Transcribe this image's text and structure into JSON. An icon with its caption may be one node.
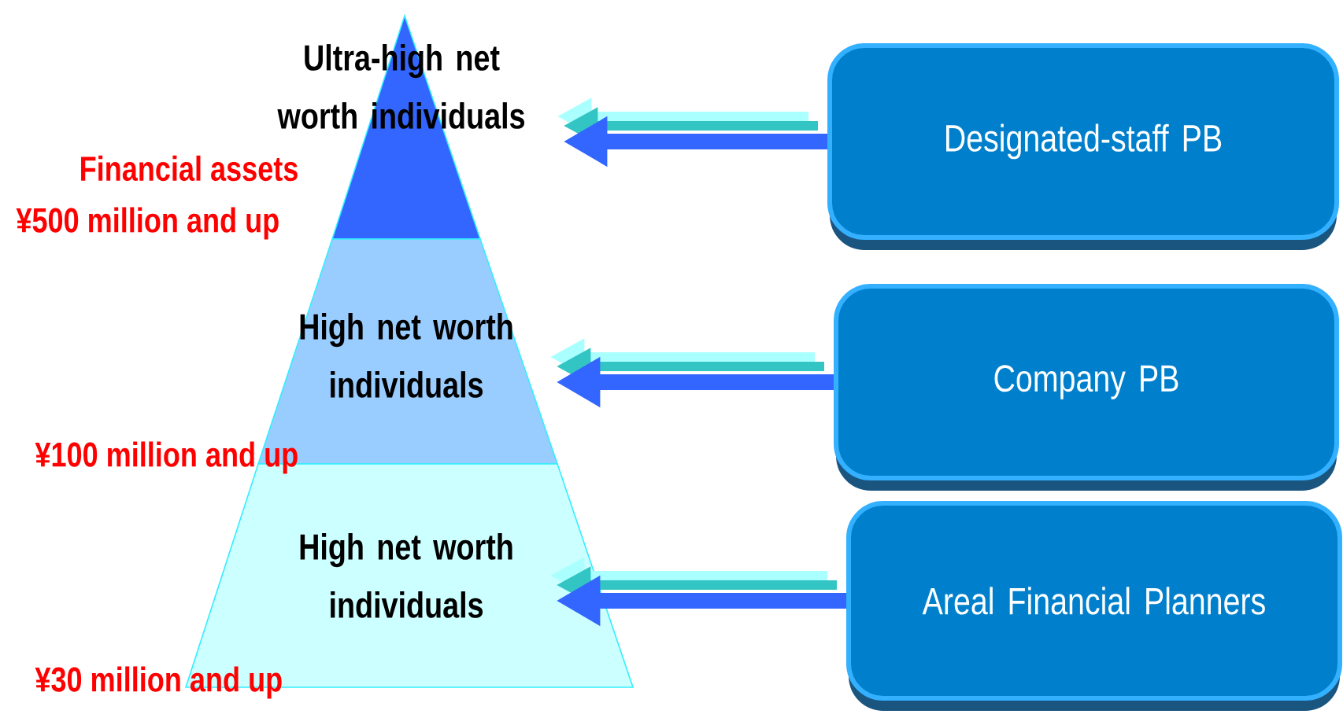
{
  "diagram": {
    "nodes": [
      {
        "text": [
          "Ultra-high net worth individuals"
        ]
      },
      {
        "text": [
          "High net worth individuals"
        ]
      },
      {
        "text": [
          "High net worth individuals"
        ]
      },
      {
        "text": [
          "Designated-staff PB"
        ]
      },
      {
        "text": [
          "Company PB"
        ]
      },
      {
        "text": [
          "Areal Financial Planners"
        ]
      }
    ],
    "edges": [
      {
        "from": 3,
        "to": 0,
        "arrow": "to"
      },
      {
        "from": 4,
        "to": 1,
        "arrow": "to"
      },
      {
        "from": 5,
        "to": 2,
        "arrow": "to"
      }
    ],
    "labels": [
      "Financial assets",
      "¥500 million and up",
      "¥100 million and up",
      "¥30 million and up"
    ]
  }
}
